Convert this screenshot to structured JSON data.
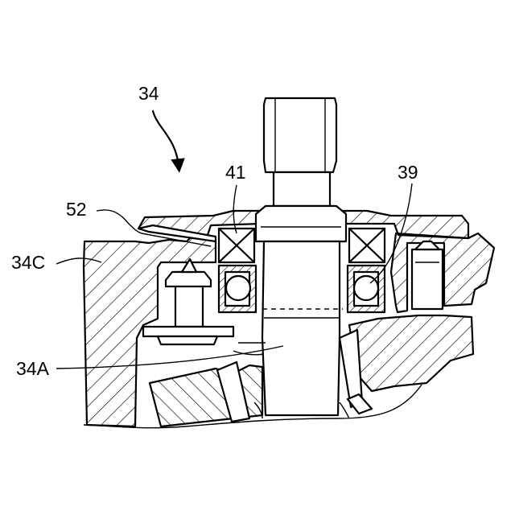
{
  "labels": {
    "assembly": "34",
    "seal": "52",
    "housing": "34C",
    "shaft": "34A",
    "upper_bearing": "41",
    "lower_bearing": "39"
  },
  "colors": {
    "ink": "#000000",
    "paper": "#ffffff"
  }
}
